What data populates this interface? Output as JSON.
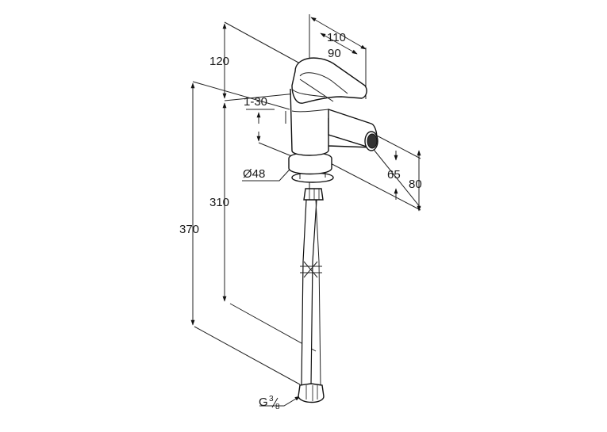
{
  "dimensions": {
    "width_total": "110",
    "width_spout": "90",
    "height_lever": "120",
    "deck_thickness": "1-30",
    "height_body": "310",
    "height_total": "370",
    "diameter_base": "Ø48",
    "spout_height_inner": "65",
    "spout_height_outer": "80",
    "thread_main": "G",
    "thread_num": "3",
    "thread_den": "8"
  }
}
